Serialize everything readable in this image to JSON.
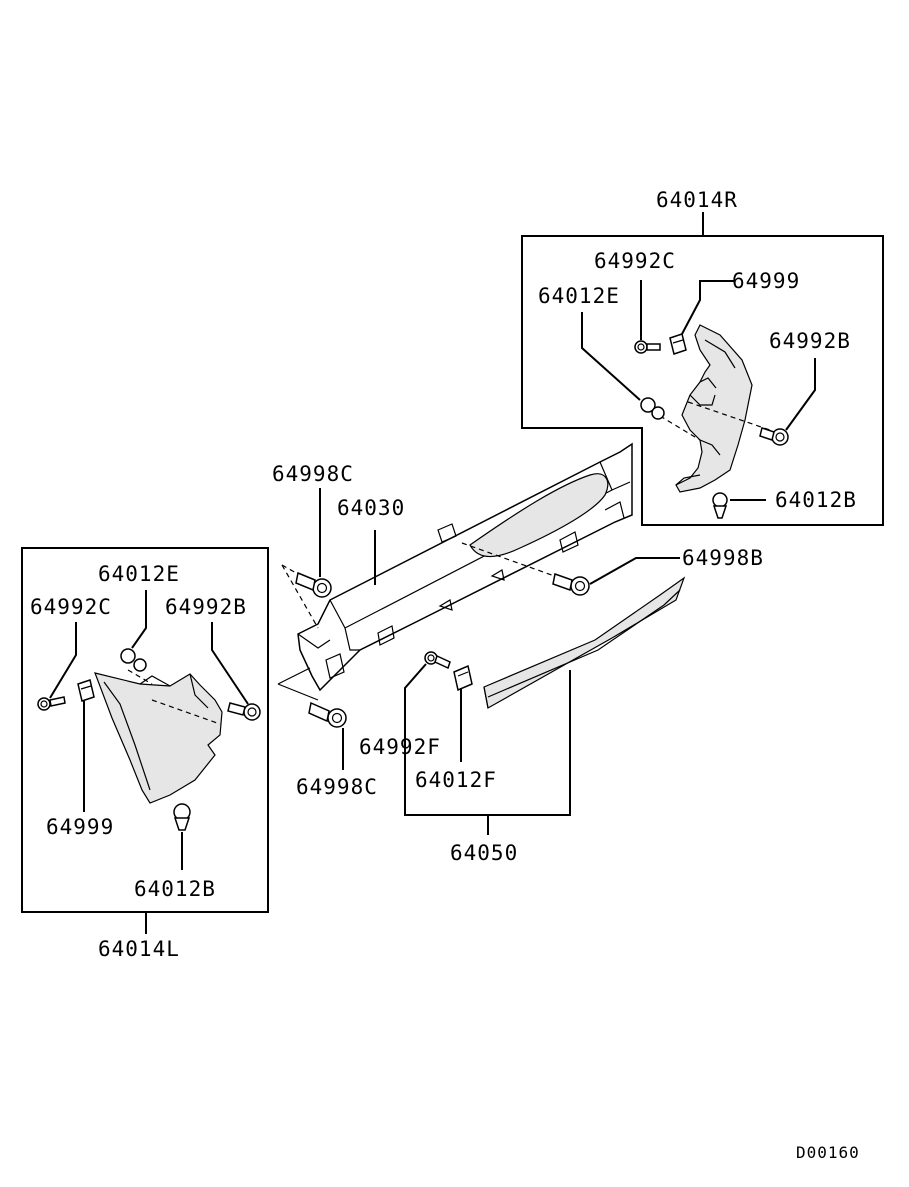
{
  "labels": {
    "p64014R": "64014R",
    "p64992C_r": "64992C",
    "p64999_r": "64999",
    "p64012E_r": "64012E",
    "p64992B_r": "64992B",
    "p64012B_r": "64012B",
    "p64998C_top": "64998C",
    "p64030": "64030",
    "p64998B": "64998B",
    "p64012E_l": "64012E",
    "p64992C_l": "64992C",
    "p64992B_l": "64992B",
    "p64999_l": "64999",
    "p64012B_l": "64012B",
    "p64014L": "64014L",
    "p64998C_bot": "64998C",
    "p64992F": "64992F",
    "p64012F": "64012F",
    "p64050": "64050"
  },
  "footer": {
    "diagram_code": "D00160"
  }
}
